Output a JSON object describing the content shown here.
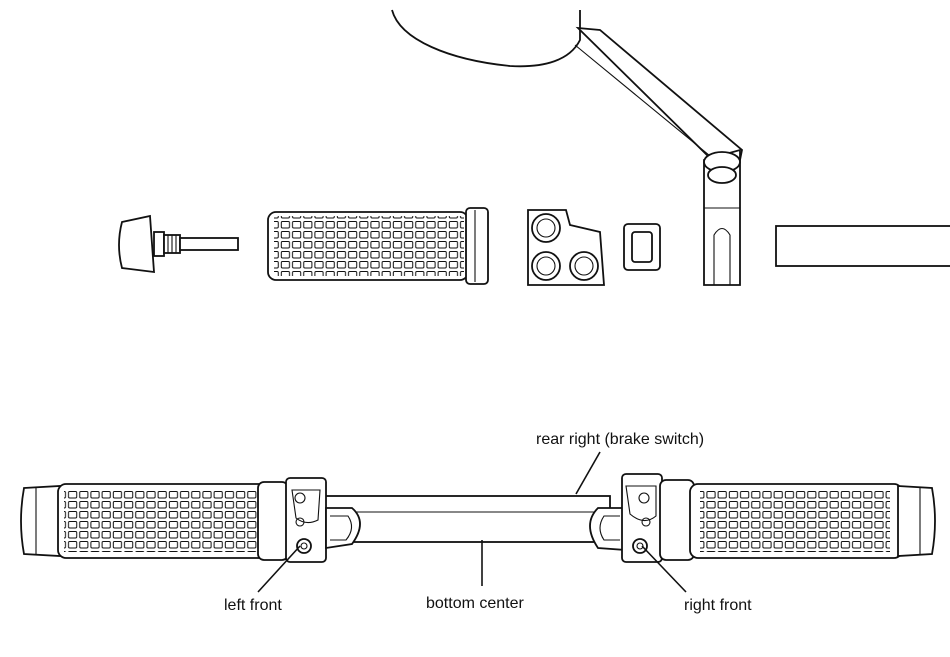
{
  "callouts": {
    "rear_right": "rear right (brake switch)",
    "left_front": "left front",
    "bottom_center": "bottom center",
    "right_front": "right front"
  }
}
